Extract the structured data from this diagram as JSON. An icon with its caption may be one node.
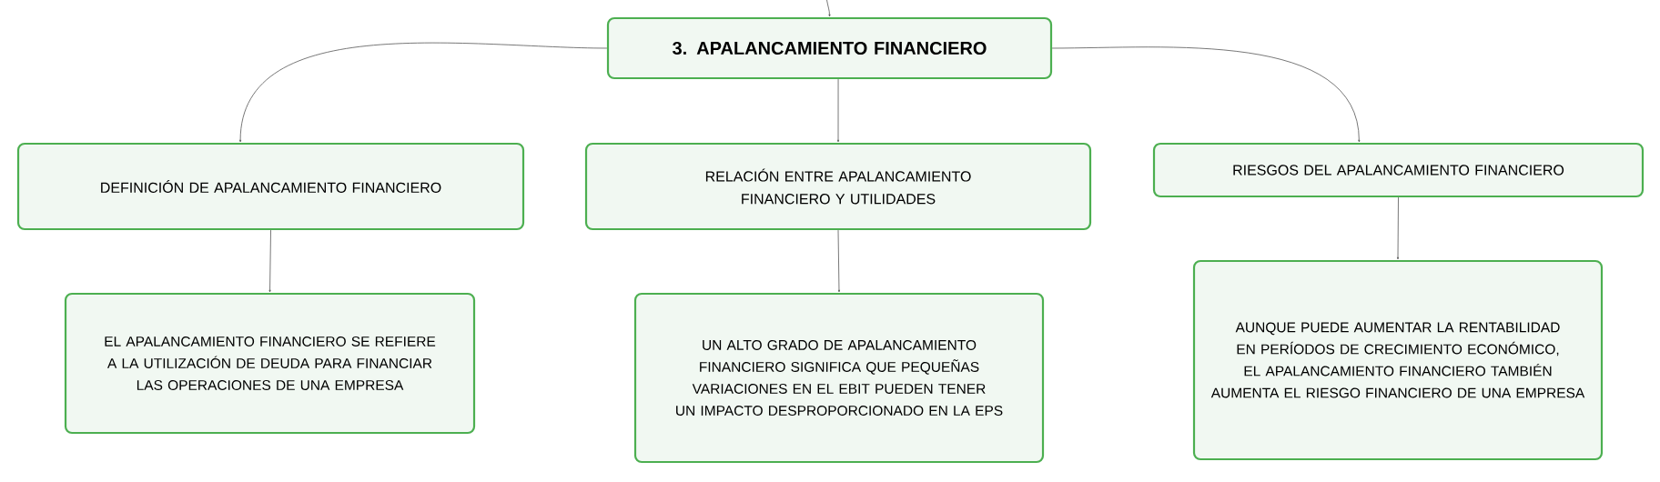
{
  "diagram": {
    "nodes": [
      {
        "text": [
          "3. APALANCAMIENTO FINANCIERO"
        ]
      },
      {
        "text": [
          "DEFINICIÓN DE APALANCAMIENTO FINANCIERO"
        ]
      },
      {
        "text": [
          "RELACIÓN ENTRE APALANCAMIENTO FINANCIERO Y UTILIDADES"
        ]
      },
      {
        "text": [
          "RIESGOS DEL APALANCAMIENTO FINANCIERO"
        ]
      },
      {
        "text": [
          "EL APALANCAMIENTO FINANCIERO SE REFIERE A LA UTILIZACIÓN DE DEUDA PARA FINANCIAR LAS OPERACIONES DE UNA EMPRESA"
        ]
      },
      {
        "text": [
          "UN ALTO GRADO DE APALANCAMIENTO FINANCIERO SIGNIFICA QUE PEQUEÑAS VARIACIONES EN EL EBIT PUEDEN TENER UN IMPACTO DESPROPORCIONADO EN LA EPS"
        ]
      },
      {
        "text": [
          "AUNQUE PUEDE AUMENTAR LA RENTABILIDAD EN PERÍODOS DE CRECIMIENTO ECONÓMICO, EL APALANCAMIENTO FINANCIERO TAMBIÉN AUMENTA EL RIESGO FINANCIERO DE UNA EMPRESA"
        ]
      }
    ],
    "edges": [
      {
        "from": null,
        "to": 0,
        "arrow": "to"
      },
      {
        "from": 0,
        "to": 1,
        "arrow": "to"
      },
      {
        "from": 0,
        "to": 2,
        "arrow": "to"
      },
      {
        "from": 0,
        "to": 3,
        "arrow": "to"
      },
      {
        "from": 1,
        "to": 4,
        "arrow": "to"
      },
      {
        "from": 2,
        "to": 5,
        "arrow": "to"
      },
      {
        "from": 3,
        "to": 6,
        "arrow": "to"
      }
    ]
  }
}
